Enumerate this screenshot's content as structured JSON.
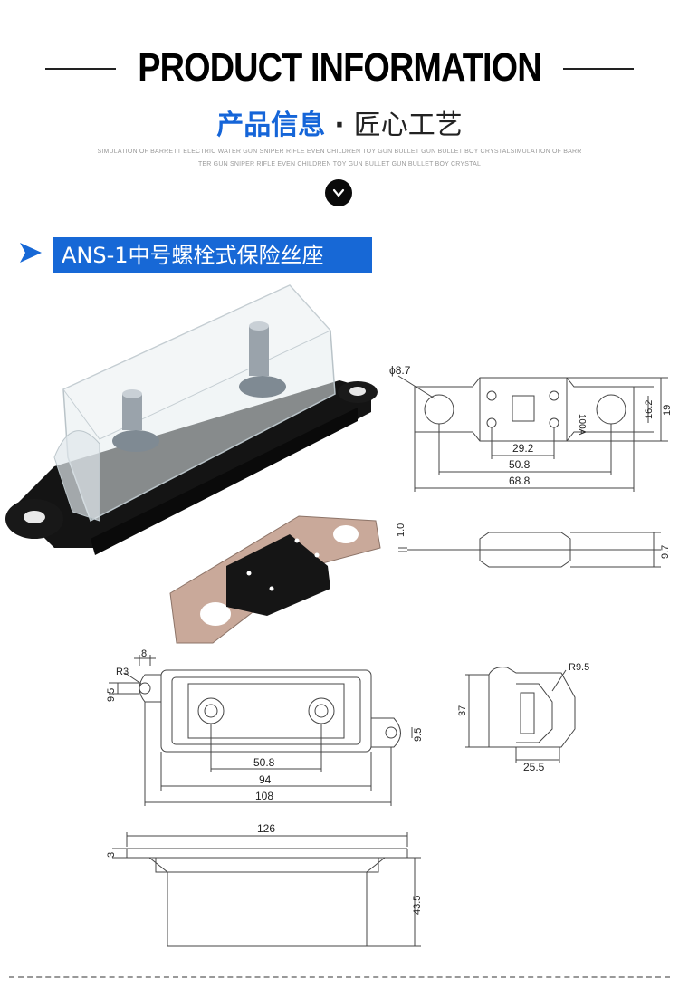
{
  "header": {
    "title": "PRODUCT INFORMATION",
    "subtitle_blue": "产品信息",
    "subtitle_dot": "·",
    "subtitle_rest": "匠心工艺",
    "small_line_1": "SIMULATION OF BARRETT ELECTRIC WATER GUN SNIPER RIFLE EVEN CHILDREN TOY GUN BULLET GUN BULLET BOY CRYSTALSIMULATION OF BARR",
    "small_line_2": "TER GUN SNIPER RIFLE EVEN CHILDREN TOY GUN BULLET GUN BULLET BOY CRYSTAL"
  },
  "section": {
    "label": "ANS-1中号螺栓式保险丝座"
  },
  "fuse_drawing": {
    "hole_dia": "ϕ8.7",
    "rating": "100A",
    "dim_162": "16.2",
    "dim_19": "19",
    "dim_292": "29.2",
    "dim_508": "50.8",
    "dim_688": "68.8",
    "dim_10": "1.0",
    "dim_97": "9.7"
  },
  "base_drawing": {
    "r3": "R3",
    "dim_8": "8",
    "dim_95_left": "9.5",
    "dim_95_right": "9.5",
    "dim_508": "50.8",
    "dim_94": "94",
    "dim_108": "108",
    "r95": "R9.5",
    "dim_37": "37",
    "dim_255": "25.5",
    "dim_126": "126",
    "dim_3": "3",
    "dim_435": "43.5"
  },
  "colors": {
    "accent_blue": "#1565d8",
    "label_bg": "#1768d6",
    "line": "#444444"
  }
}
